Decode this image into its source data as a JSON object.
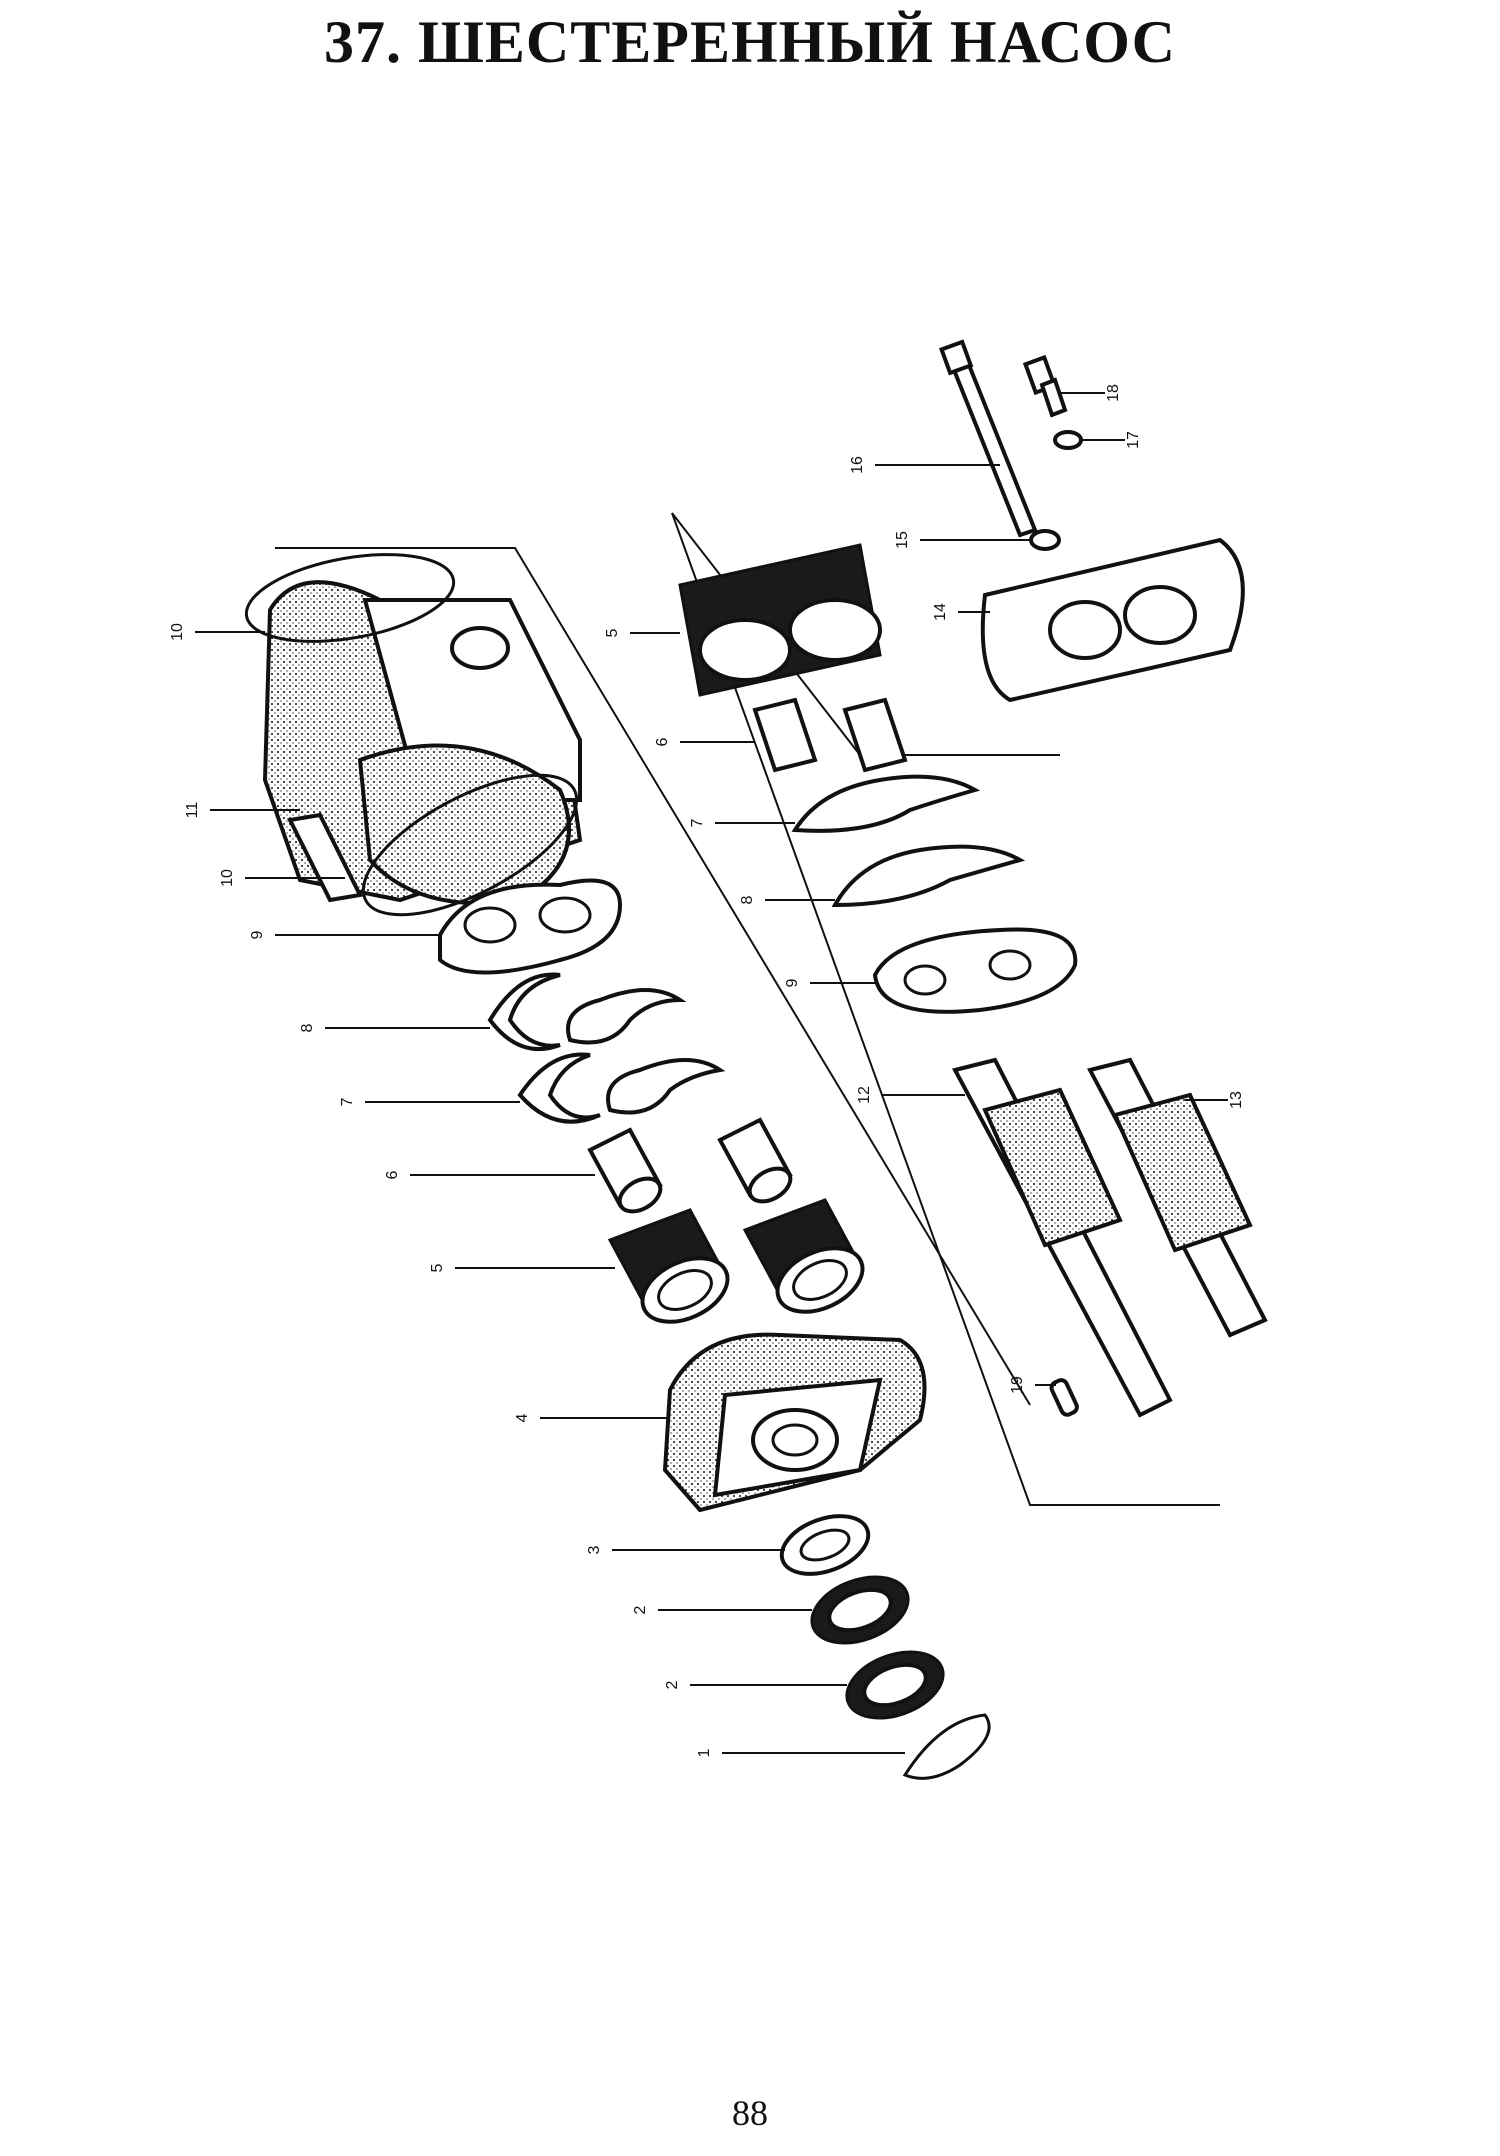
{
  "title": "37. ШЕСТЕРЕННЫЙ НАСОС",
  "page_number": "88",
  "callouts": {
    "c1": "1",
    "c2a": "2",
    "c2b": "2",
    "c3": "3",
    "c4": "4",
    "c5a": "5",
    "c5b": "5",
    "c6a": "6",
    "c6b": "6",
    "c7a": "7",
    "c7b": "7",
    "c8a": "8",
    "c8b": "8",
    "c9a": "9",
    "c9b": "9",
    "c10a": "10",
    "c10b": "10",
    "c11": "11",
    "c12": "12",
    "c13": "13",
    "c14": "14",
    "c15": "15",
    "c16": "16",
    "c17": "17",
    "c18": "18",
    "c19": "19"
  }
}
